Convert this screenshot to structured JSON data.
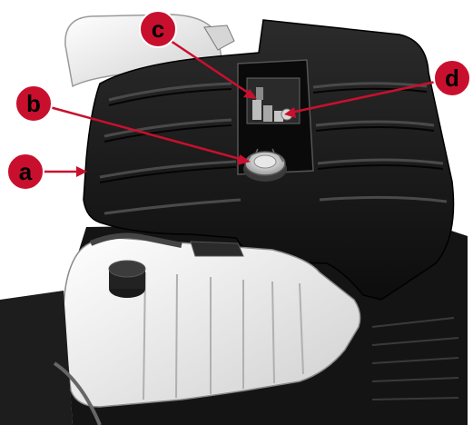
{
  "callouts": {
    "a": {
      "letter": "a",
      "description": ""
    },
    "b": {
      "letter": "b",
      "description": ""
    },
    "c": {
      "letter": "c",
      "description": ""
    },
    "d": {
      "letter": "d",
      "description": ""
    }
  },
  "colors": {
    "callout_fill": "#c8102e",
    "callout_stroke": "#ffffff",
    "arrow": "#c8102e",
    "cover": "#1f1f1f",
    "reservoir": "#f2f2f2"
  }
}
